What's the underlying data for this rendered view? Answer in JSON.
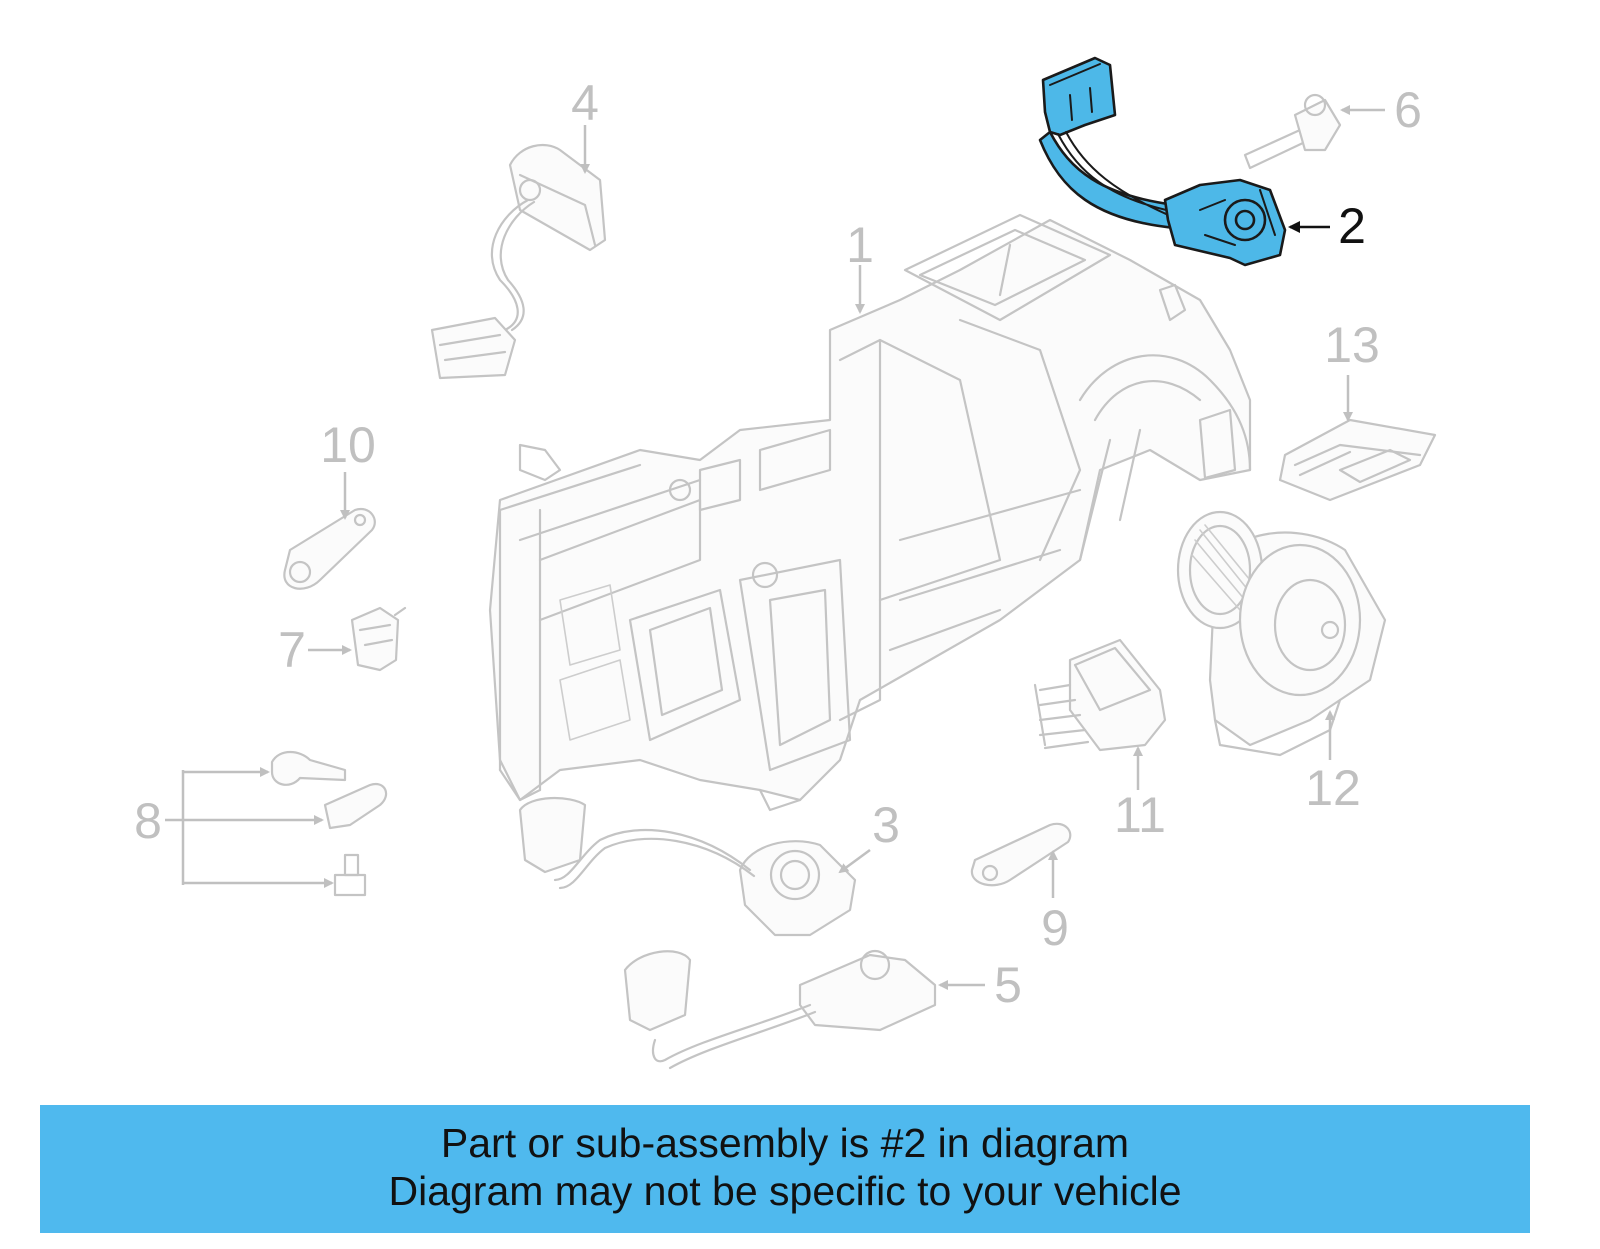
{
  "diagram": {
    "highlighted_part": "2",
    "highlight_color": "#4db8e8",
    "callouts": [
      "1",
      "2",
      "3",
      "4",
      "5",
      "6",
      "7",
      "8",
      "9",
      "10",
      "11",
      "12",
      "13"
    ]
  },
  "banner": {
    "color": "#4fb9ee",
    "line1": "Part or sub-assembly is #2 in diagram",
    "line2": "Diagram may not be specific to your vehicle"
  }
}
